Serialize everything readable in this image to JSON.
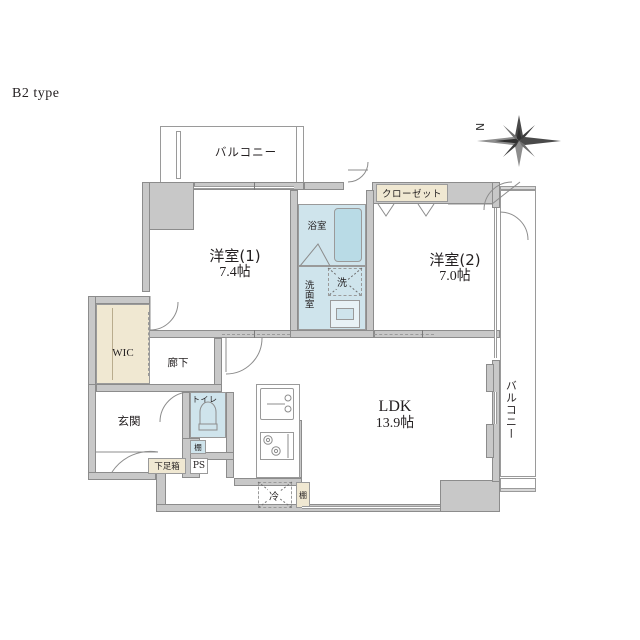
{
  "title": "B2 type",
  "compass": {
    "label": "N",
    "name": "compass-rose"
  },
  "rooms": {
    "balcony_top": "バルコニー",
    "balcony_right": "バルコニー",
    "bedroom1": {
      "name": "洋室(1)",
      "size": "7.4帖"
    },
    "bedroom2": {
      "name": "洋室(2)",
      "size": "7.0帖"
    },
    "ldk": {
      "name": "LDK",
      "size": "13.9帖"
    },
    "bath": "浴室",
    "washroom": "洗面室",
    "hallway": "廊下",
    "entrance": "玄関",
    "wic": "WIC"
  },
  "fixtures": {
    "closet": "クローゼット",
    "washer": "洗",
    "toilet": "トイレ",
    "shelf_toilet": "棚",
    "shelf_kitchen": "棚",
    "shoebox": "下足箱",
    "ps": "PS",
    "fridge": "冷"
  },
  "colors": {
    "wall": "#c8c8c8",
    "wall_stroke": "#8c8c8c",
    "water_area": "#cfe4ec",
    "storage": "#f0e8d2",
    "text": "#231f20",
    "background": "#ffffff"
  }
}
